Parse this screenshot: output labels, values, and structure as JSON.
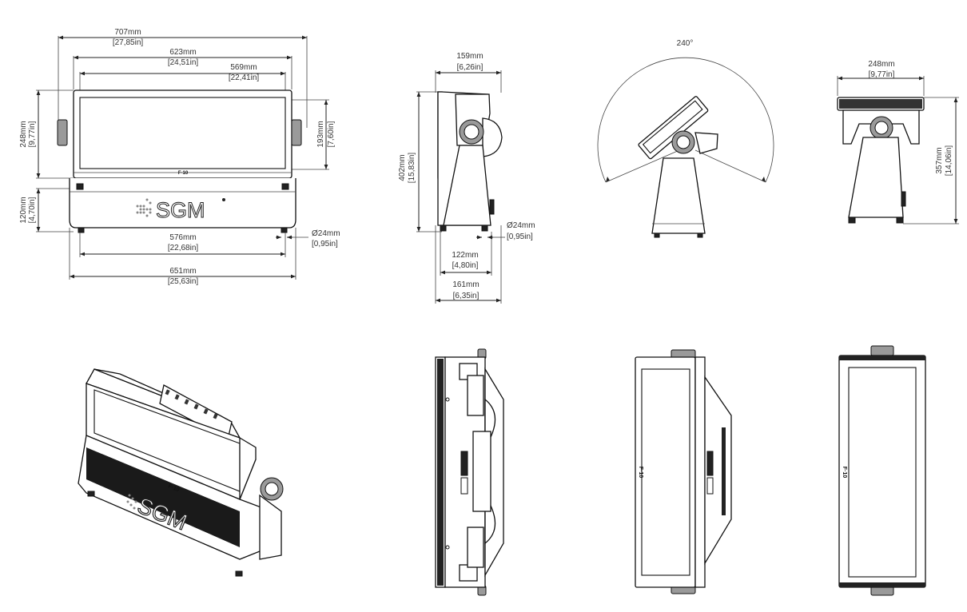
{
  "drawing": {
    "front": {
      "overall_width": {
        "mm": "707mm",
        "in": "[27,85in]"
      },
      "panel_width": {
        "mm": "623mm",
        "in": "[24,51in]"
      },
      "window_width": {
        "mm": "569mm",
        "in": "[22,41in]"
      },
      "head_height": {
        "mm": "248mm",
        "in": "[9,77in]"
      },
      "window_height": {
        "mm": "193mm",
        "in": "[7,60in]"
      },
      "base_height": {
        "mm": "120mm",
        "in": "[4,70in]"
      },
      "feet_spacing": {
        "mm": "576mm",
        "in": "[22,68in]"
      },
      "base_width": {
        "mm": "651mm",
        "in": "[25,63in]"
      },
      "foot_diameter": {
        "mm": "Ø24mm",
        "in": "[0,95in]"
      },
      "model_label": "F·10",
      "brand": "SGM"
    },
    "side": {
      "head_depth": {
        "mm": "159mm",
        "in": "[6,26in]"
      },
      "total_height": {
        "mm": "402mm",
        "in": "[15,83in]"
      },
      "foot_diameter": {
        "mm": "Ø24mm",
        "in": "[0,95in]"
      },
      "feet_spacing": {
        "mm": "122mm",
        "in": "[4,80in]"
      },
      "base_depth": {
        "mm": "161mm",
        "in": "[6,35in]"
      }
    },
    "tilt": {
      "angle": "240°"
    },
    "rear": {
      "width": {
        "mm": "248mm",
        "in": "[9,77in]"
      },
      "height": {
        "mm": "357mm",
        "in": "[14,06in]"
      }
    },
    "bottom_views": {
      "model_label": "F·10"
    }
  }
}
